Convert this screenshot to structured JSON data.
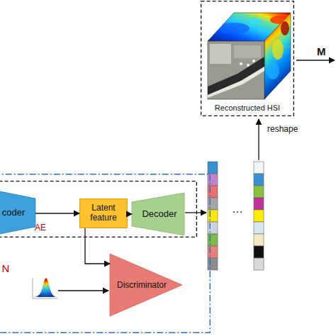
{
  "diagram": {
    "nodes": [
      {
        "text": [
          "N"
        ]
      },
      {
        "text": [
          "AE"
        ],
        "in": 0
      },
      {
        "text": [
          "coder"
        ],
        "in": 1
      },
      {
        "text": [
          "Latent feature"
        ],
        "in": 1
      },
      {
        "text": [
          "Decoder"
        ],
        "in": 1
      },
      {
        "text": [
          "Discriminator"
        ],
        "in": 0
      },
      {
        "text": [
          "Reconstructed HSI"
        ]
      }
    ],
    "edges": [
      {
        "from": 2,
        "to": 3,
        "arrow": "to"
      },
      {
        "from": 3,
        "to": 4,
        "arrow": "to"
      },
      {
        "from": 3,
        "to": 5,
        "arrow": "to"
      }
    ],
    "labels": [
      "reshape",
      "M",
      "…"
    ]
  }
}
